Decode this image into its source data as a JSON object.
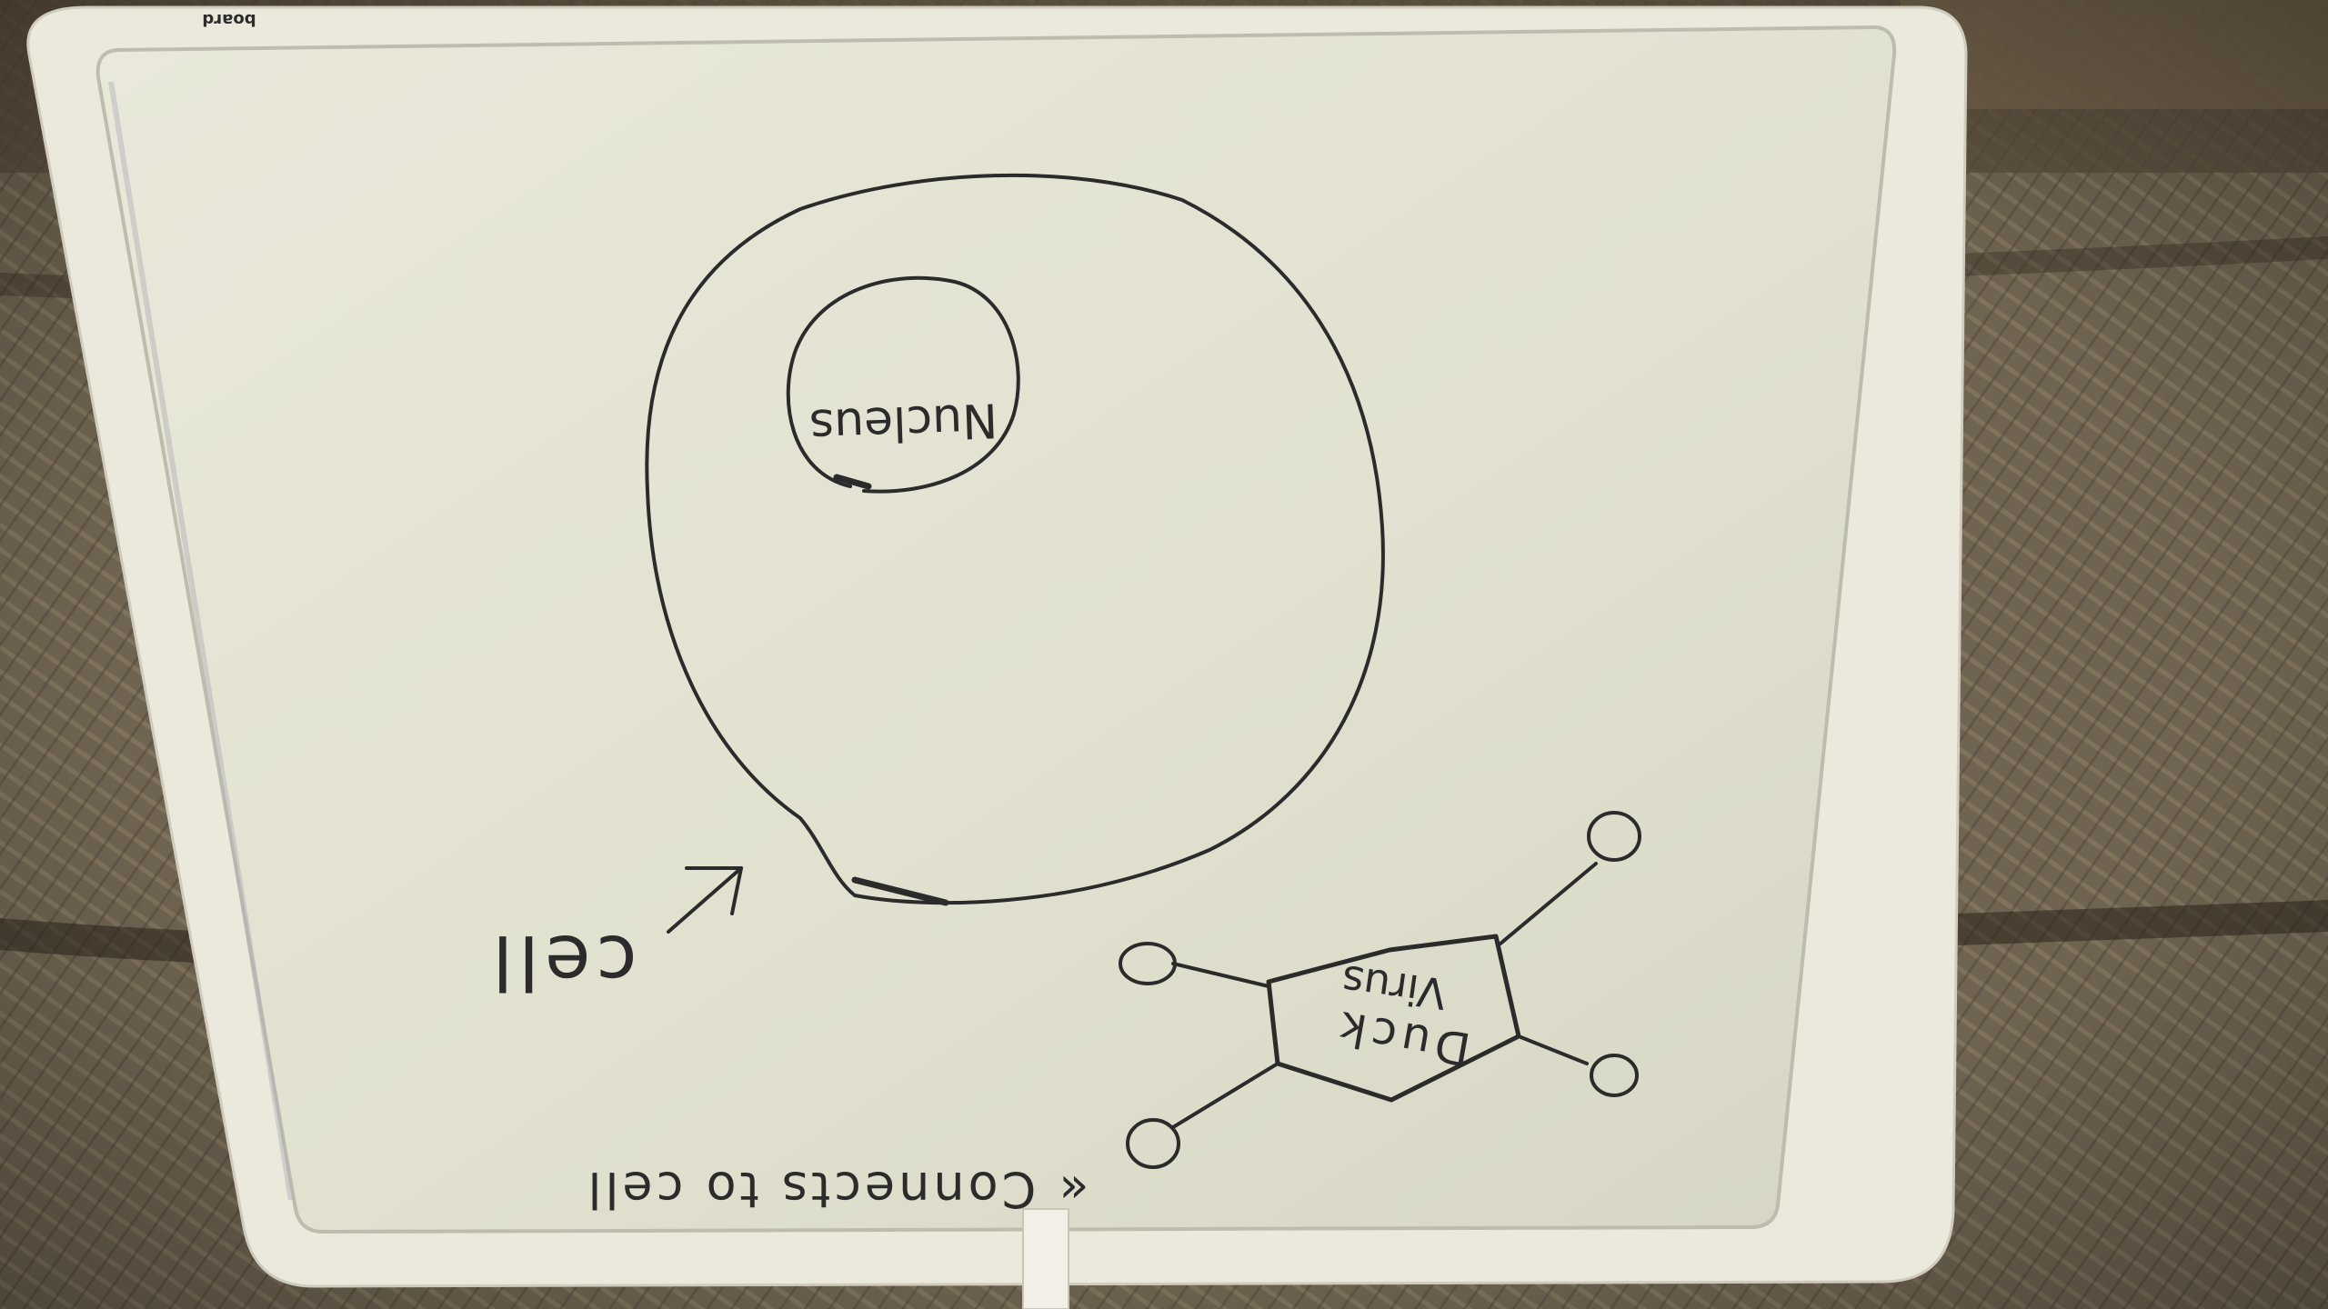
{
  "photo": {
    "subject": "whiteboard-drawing",
    "orientation": "upside-down"
  },
  "board": {
    "brand": "board",
    "labels": {
      "nucleus": "Nucleus",
      "cell": "cell",
      "virus_line1": "Duck",
      "virus_line2": "Virus",
      "note": "« Connects to cell"
    }
  },
  "colors": {
    "background": "#3b3329",
    "fabric": "#6f6451",
    "frame": "#ebe8dc",
    "surface": "#e4e3d3",
    "ink": "#2b2b2b"
  }
}
